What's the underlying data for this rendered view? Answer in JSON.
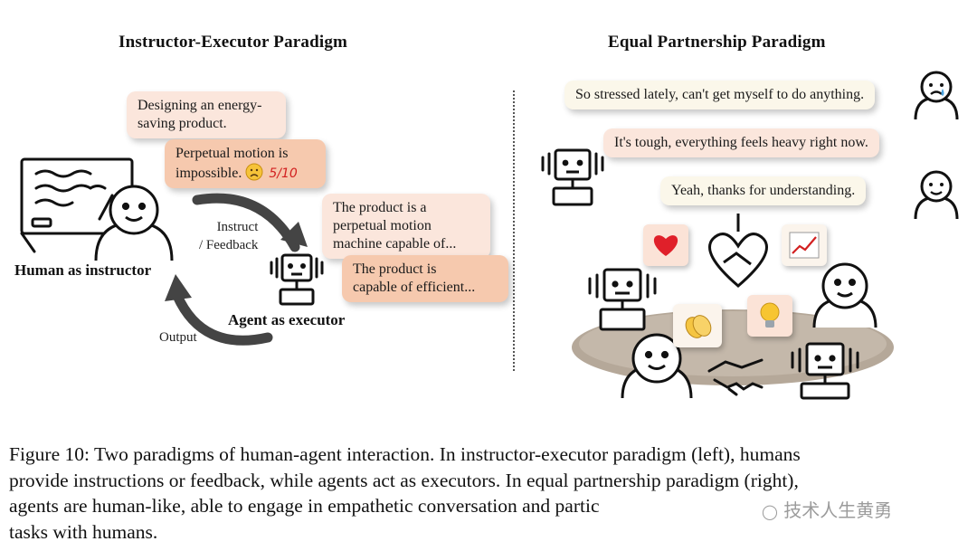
{
  "left": {
    "title": "Instructor-Executor Paradigm",
    "bubble_design": "Designing an energy-saving product.",
    "bubble_design_l1": "Designing an energy-",
    "bubble_design_l2": "saving product.",
    "bubble_perpetual_l1": "Perpetual motion is",
    "bubble_perpetual_l2": "impossible.",
    "score": "5/10",
    "bubble_product1_l1": "The product is a",
    "bubble_product1_l2": "perpetual motion",
    "bubble_product1_l3": "machine capable of...",
    "bubble_product2_l1": "The product is",
    "bubble_product2_l2": "capable of efficient...",
    "instruct_l1": "Instruct",
    "instruct_l2": "/ Feedback",
    "output_label": "Output",
    "human_label": "Human as instructor",
    "agent_label": "Agent as executor"
  },
  "right": {
    "title": "Equal Partnership Paradigm",
    "msg1": "So stressed lately, can't get myself to do anything.",
    "msg2": "It's tough, everything feels heavy right now.",
    "msg3": "Yeah, thanks for understanding."
  },
  "caption": {
    "line1": "Figure 10: Two paradigms of human-agent interaction. In instructor-executor paradigm (left), humans",
    "line2": "provide instructions or feedback, while agents act as executors. In equal partnership paradigm (right),",
    "line3": "agents are human-like, able to engage in empathetic conversation and partic",
    "line4": "tasks with humans."
  },
  "watermark": "技术人生黄勇",
  "colors": {
    "bubble_light": "#fbe6dc",
    "bubble_mid": "#f6c9ae",
    "bubble_cream": "#fbf7ea",
    "table": "#b5a899",
    "score_red": "#d22020"
  }
}
